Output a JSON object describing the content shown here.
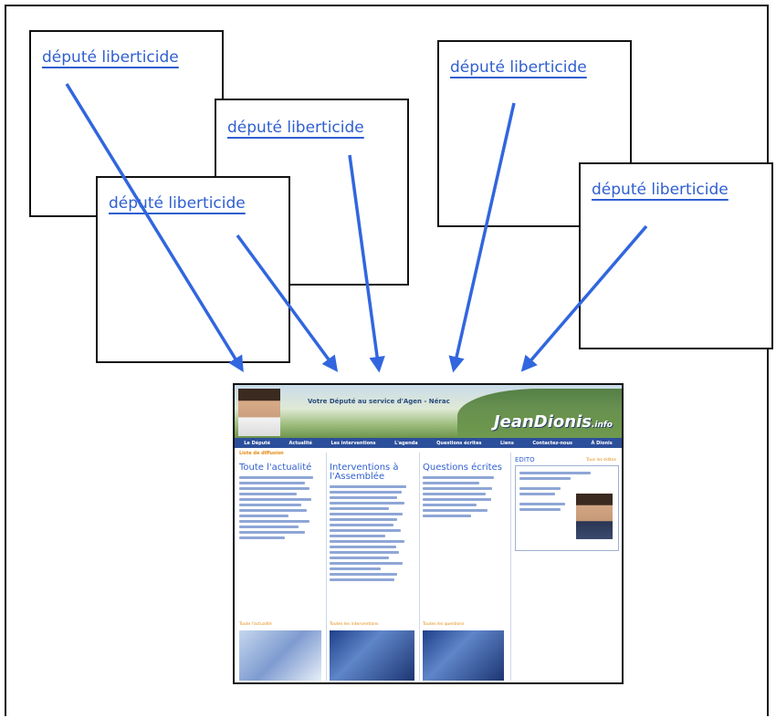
{
  "annotation": {
    "label": "député liberticide",
    "color": "#2f5fd0",
    "boxes": [
      "box-a",
      "box-b",
      "box-c",
      "box-d",
      "box-e"
    ]
  },
  "website": {
    "tagline": "Votre Député au service d'Agen - Nérac",
    "logo_main": "JeanDionis",
    "logo_suffix": ".info",
    "nav": [
      "Le Député",
      "Actualité",
      "Les interventions",
      "L'agenda",
      "Questions écrites",
      "Liens",
      "Contactez-nous",
      "À Dionis"
    ],
    "section_heading": "Liste de diffusion",
    "columns": [
      {
        "title": "Toute l'actualité",
        "link": "Toute l'actualité"
      },
      {
        "title": "Interventions à l'Assemblée",
        "link": "Toutes les interventions"
      },
      {
        "title": "Questions écrites",
        "link": "Toutes les questions"
      }
    ],
    "edito_title": "EDITO",
    "edito_link": "Tous les éditos",
    "accent_nav": "#2c4f9b",
    "accent_orange": "#e48a10"
  }
}
